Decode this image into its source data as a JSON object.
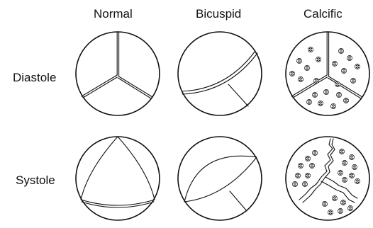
{
  "columns": {
    "normal": "Normal",
    "bicuspid": "Bicuspid",
    "calcific": "Calcific"
  },
  "rows": {
    "diastole": "Diastole",
    "systole": "Systole"
  }
}
